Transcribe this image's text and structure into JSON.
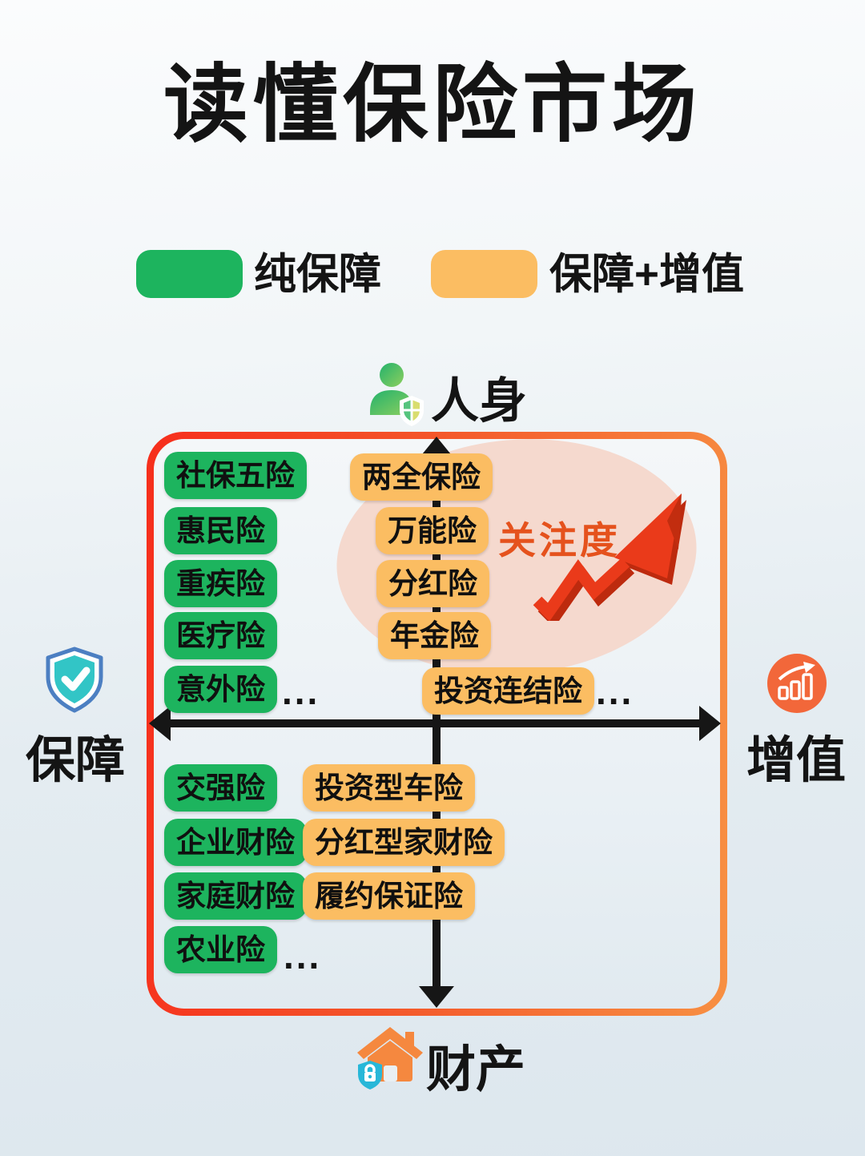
{
  "title": "读懂保险市场",
  "legend": {
    "pure_protection": {
      "label": "纯保障",
      "color": "#1db45e"
    },
    "protection_plus_growth": {
      "label": "保障+增值",
      "color": "#fbbd62"
    }
  },
  "axes": {
    "top": {
      "label": "人身",
      "icon": "person-shield-icon"
    },
    "bottom": {
      "label": "财产",
      "icon": "house-lock-icon"
    },
    "left": {
      "label": "保障",
      "icon": "shield-check-icon"
    },
    "right": {
      "label": "增值",
      "icon": "growth-chart-icon"
    }
  },
  "annotation": {
    "label": "关注度",
    "color": "#e5521d"
  },
  "quadrants": {
    "life_protection": {
      "items": [
        "社保五险",
        "惠民险",
        "重疾险",
        "医疗险",
        "意外险"
      ],
      "more": "..."
    },
    "life_growth": {
      "items": [
        "两全保险",
        "万能险",
        "分红险",
        "年金险",
        "投资连结险"
      ],
      "more": "..."
    },
    "property_protection": {
      "items": [
        "交强险",
        "企业财险",
        "家庭财险",
        "农业险"
      ],
      "more": "..."
    },
    "property_growth": {
      "items": [
        "投资型车险",
        "分红型家财险",
        "履约保证险"
      ]
    }
  },
  "colors": {
    "green_pill": "#1db45e",
    "orange_pill": "#fbbd62",
    "frame_gradient_start": "#f62e1c",
    "frame_gradient_end": "#f79043",
    "axis": "#161616",
    "trend_arrow": "#ea3a1a",
    "highlight_blob": "#f5d9ce"
  }
}
